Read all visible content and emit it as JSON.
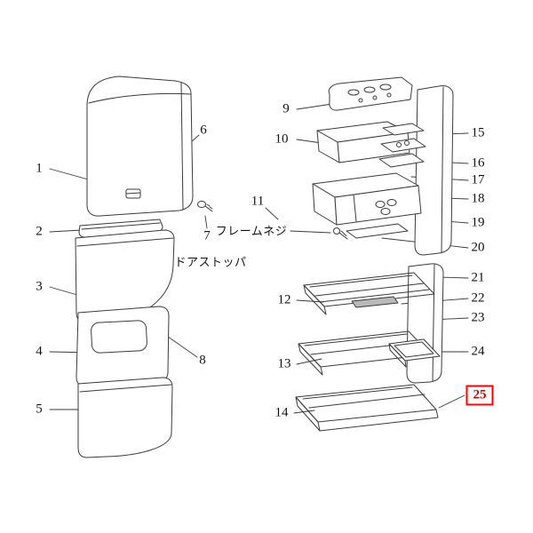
{
  "diagram": {
    "title": "refrigerator-exploded-parts-diagram",
    "highlight": {
      "part": "25",
      "color": "#ff0000",
      "shape": "box"
    },
    "parts": {
      "p1": "1",
      "p2": "2",
      "p3": "3",
      "p4": "4",
      "p5": "5",
      "p6": "6",
      "p7": "7",
      "p8": "8",
      "p9": "9",
      "p10": "10",
      "p11": "11",
      "p12": "12",
      "p13": "13",
      "p14": "14",
      "p15": "15",
      "p16": "16",
      "p17": "17",
      "p18": "18",
      "p19": "19",
      "p20": "20",
      "p21": "21",
      "p22": "22",
      "p23": "23",
      "p24": "24",
      "p25": "25"
    },
    "annotations": {
      "frame_screw": "フレームネジ",
      "door_stopper": "ドアストッパ"
    }
  }
}
